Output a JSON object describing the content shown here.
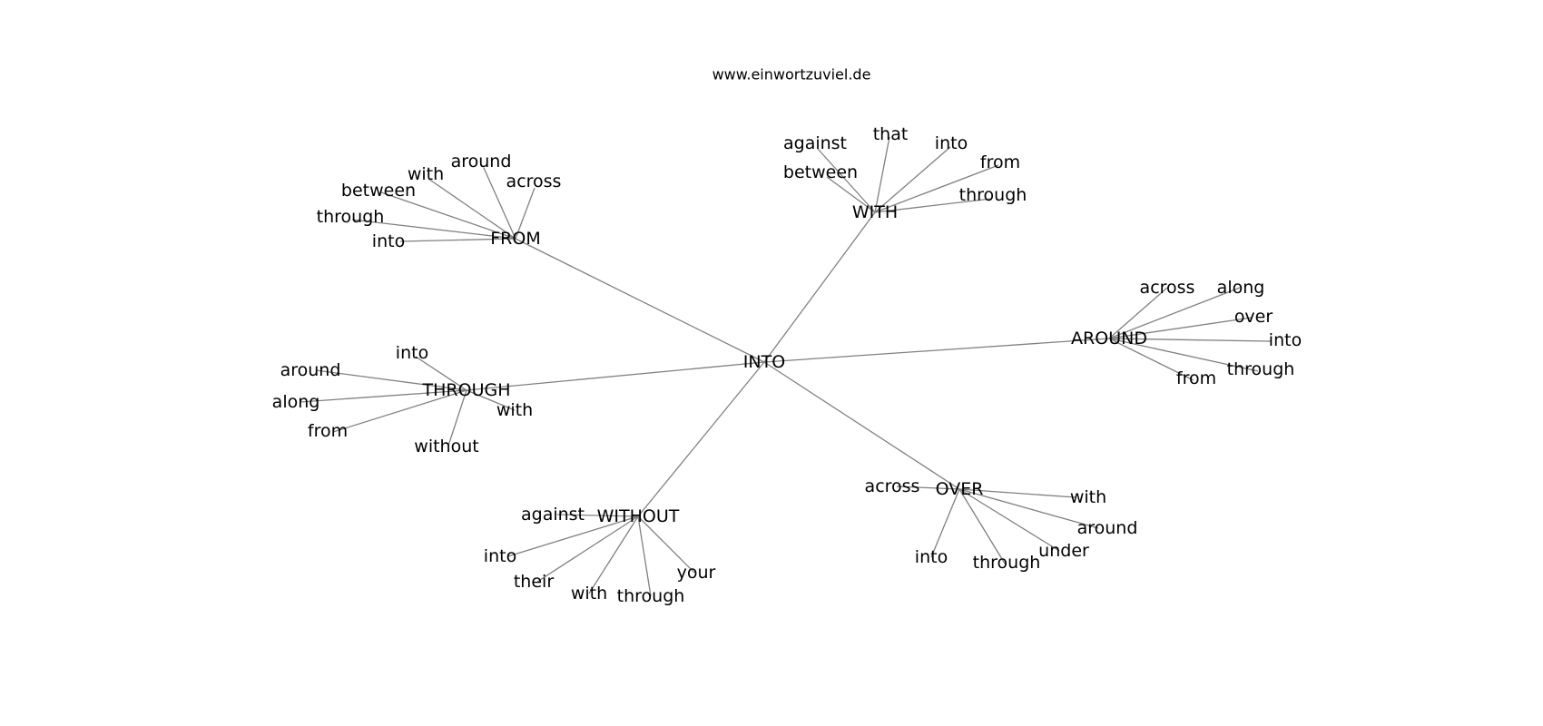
{
  "credit": "www.einwortzuviel.de",
  "root": "INTO",
  "branches": [
    {
      "word": "FROM",
      "leaves": [
        "around",
        "with",
        "across",
        "between",
        "through",
        "into"
      ]
    },
    {
      "word": "WITH",
      "leaves": [
        "against",
        "that",
        "into",
        "from",
        "between",
        "through"
      ]
    },
    {
      "word": "AROUND",
      "leaves": [
        "across",
        "along",
        "over",
        "into",
        "through",
        "from"
      ]
    },
    {
      "word": "THROUGH",
      "leaves": [
        "into",
        "around",
        "along",
        "with",
        "from",
        "without"
      ]
    },
    {
      "word": "WITHOUT",
      "leaves": [
        "against",
        "into",
        "their",
        "with",
        "through",
        "your"
      ]
    },
    {
      "word": "OVER",
      "leaves": [
        "across",
        "with",
        "around",
        "under",
        "through",
        "into"
      ]
    }
  ],
  "colors": {
    "edge": "#808080",
    "text": "#000000",
    "background": "#ffffff"
  }
}
